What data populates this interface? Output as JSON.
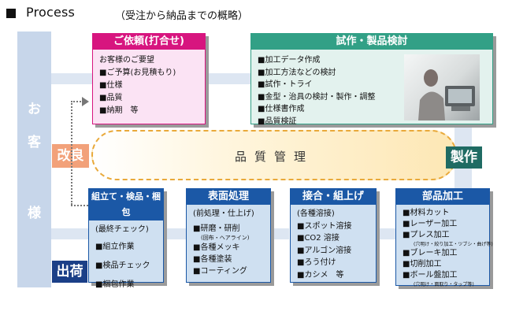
{
  "header": {
    "title": "Process",
    "subtitle": "（受注から納品までの概略）"
  },
  "customer": {
    "chars": [
      "お",
      "客",
      "様"
    ]
  },
  "side_labels": {
    "improve": "改良",
    "ship": "出荷",
    "manufacture": "製作"
  },
  "quality": {
    "label": "品質管理"
  },
  "order_box": {
    "title": "ご依頼(打合せ)",
    "intro": "お客様のご要望",
    "items": [
      "■ご予算(お見積もり)",
      "■仕様",
      "■品質",
      "■納期　等"
    ]
  },
  "prototype_box": {
    "title": "試作・製品検討",
    "items": [
      "■加工データ作成",
      "■加工方法などの検討",
      "■試作・トライ",
      "■金型・治具の検討・製作・調整",
      "■仕様書作成",
      "■品質検証"
    ]
  },
  "assembly_box": {
    "title": "組立て・検品・梱包",
    "intro": "(最終チェック)",
    "items": [
      "■組立作業",
      "■検品チェック",
      "■梱包作業"
    ]
  },
  "surface_box": {
    "title": "表面処理",
    "intro": "(前処理・仕上げ)",
    "items": [
      "■研磨・研削",
      "(回布・ヘアライン)",
      "■各種メッキ",
      "■各種塗装",
      "■コーティング"
    ]
  },
  "joining_box": {
    "title": "接合・組上げ",
    "intro": "(各種溶接)",
    "items": [
      "■スポット溶接",
      "■CO2 溶接",
      "■アルゴン溶接",
      "■ろう付け",
      "■カシメ　等"
    ]
  },
  "parts_box": {
    "title": "部品加工",
    "items": [
      "■材料カット",
      "■レーザー加工",
      "■プレス加工",
      "(穴明け・絞り加工・ツブシ・曲げ等)",
      "■ブレーキ加工",
      "■切削加工",
      "■ボール盤加工",
      "(穴明け・面取り・タップ等)"
    ]
  },
  "colors": {
    "pink": "#d7157f",
    "green": "#32a086",
    "blue": "#1b58a6",
    "improve": "#f2a17a",
    "ship": "#1b3f87",
    "manufacture": "#1f6b63"
  },
  "icons": {
    "photo": "workshop-photo"
  }
}
